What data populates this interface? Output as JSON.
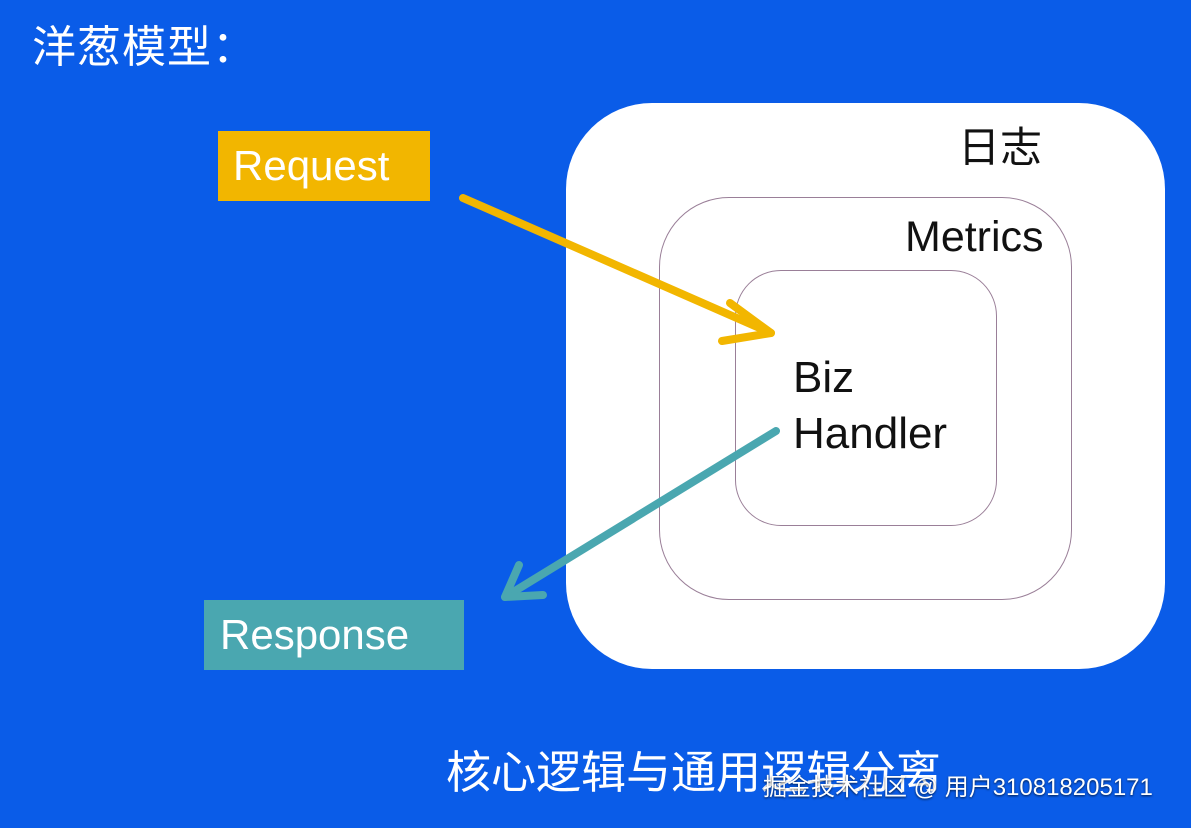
{
  "slide": {
    "title": "洋葱模型：",
    "caption": "核心逻辑与通用逻辑分离",
    "watermark": "掘金技术社区 @ 用户310818205171"
  },
  "diagram": {
    "layers": [
      {
        "label": "日志"
      },
      {
        "label": "Metrics"
      },
      {
        "label_line1": "Biz",
        "label_line2": "Handler"
      }
    ],
    "request": {
      "label": "Request",
      "color": "#f2b600"
    },
    "response": {
      "label": "Response",
      "color": "#4aa7b0"
    }
  },
  "colors": {
    "background": "#0a5ce8",
    "layer_fill": "#ffffff",
    "layer_border": "#9a7f98"
  }
}
